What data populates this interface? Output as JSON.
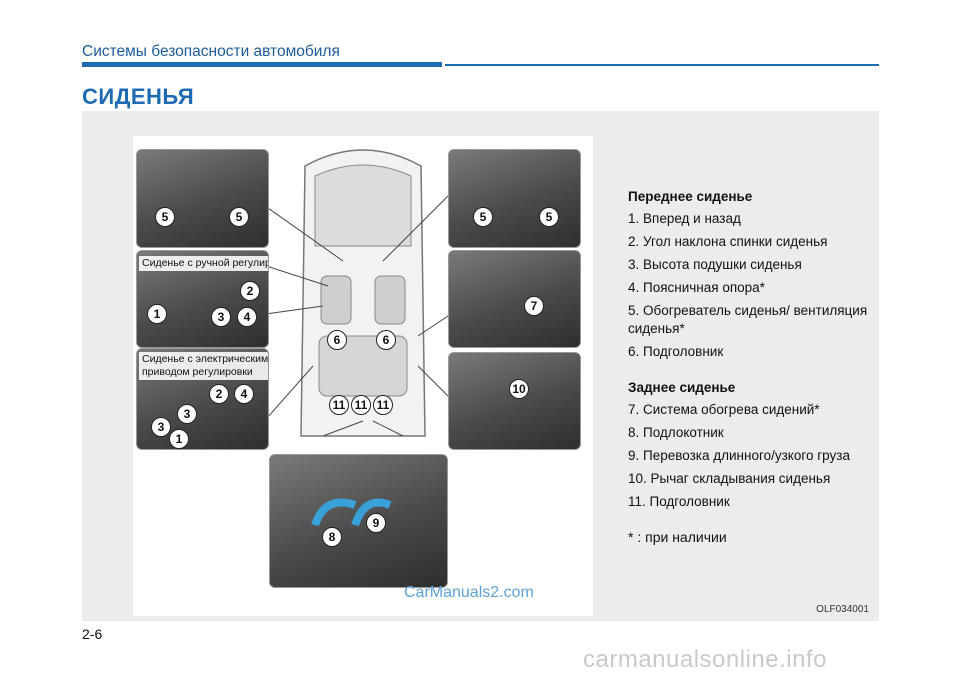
{
  "header": {
    "chapter_title": "Системы безопасности автомобиля"
  },
  "section_title": "СИДЕНЬЯ",
  "figure": {
    "manual_seat_label": "Сиденье с ручной регулировкой",
    "power_seat_label": "Сиденье с электрическим приводом регулировки",
    "image_code": "OLF034001",
    "watermark": "CarManuals2.com"
  },
  "legend": {
    "front_heading": "Переднее сиденье",
    "front_items": [
      "1. Вперед и назад",
      "2. Угол наклона спинки сиденья",
      "3. Высота подушки сиденья",
      "4. Поясничная опора*",
      "5. Обогреватель сиденья/ вентиляция сиденья*",
      "6. Подголовник"
    ],
    "rear_heading": "Заднее сиденье",
    "rear_items": [
      "7. Система обогрева сидений*",
      "8. Подлокотник",
      "9. Перевозка длинного/узкого груза",
      "10. Рычаг складывания сиденья",
      "11. Подголовник"
    ],
    "note": "* : при наличии"
  },
  "page_number": "2-6",
  "footer_watermark": "carmanualsonline.info",
  "colors": {
    "accent": "#1f6bb3",
    "panel": "#ececec",
    "watermark": "#5da3d8"
  }
}
